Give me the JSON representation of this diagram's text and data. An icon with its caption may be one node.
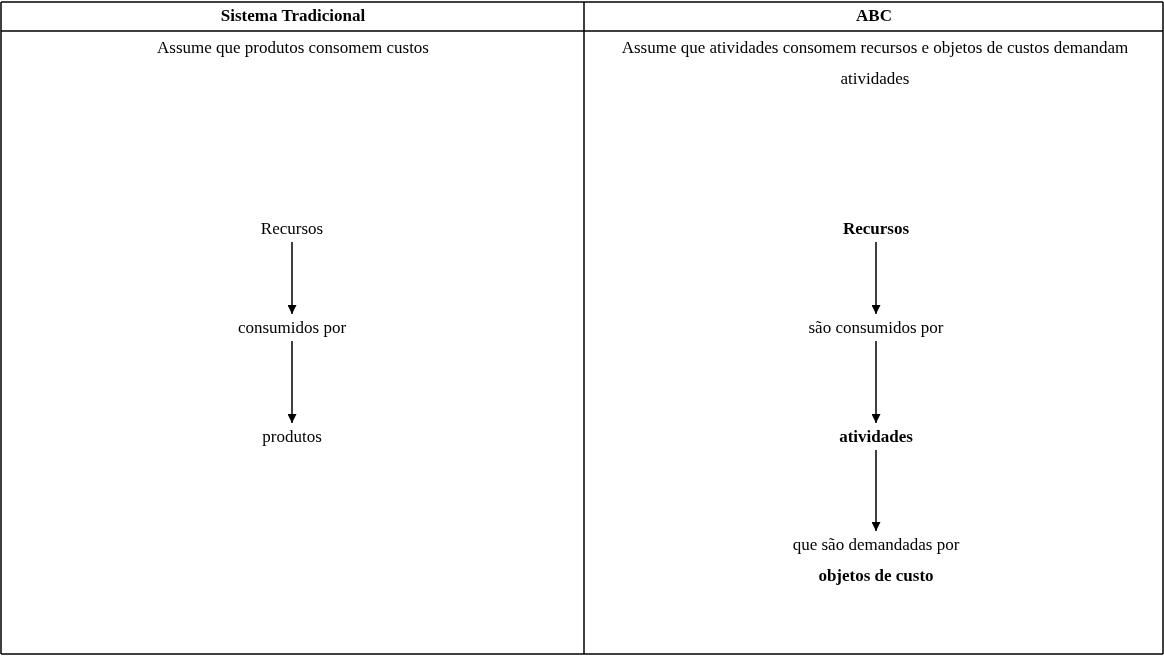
{
  "diagram": {
    "nodes": [
      {
        "text": [
          "Recursos"
        ]
      },
      {
        "text": [
          "consumidos por"
        ]
      },
      {
        "text": [
          "produtos"
        ]
      },
      {
        "text": [
          "Recursos"
        ]
      },
      {
        "text": [
          "são consumidos por"
        ]
      },
      {
        "text": [
          "atividades"
        ]
      },
      {
        "text": [
          "que são demandadas por",
          "objetos de custo"
        ]
      }
    ],
    "edges": [
      {
        "from": 0,
        "to": 1,
        "arrow": "to"
      },
      {
        "from": 1,
        "to": 2,
        "arrow": "to"
      },
      {
        "from": 3,
        "to": 4,
        "arrow": "to"
      },
      {
        "from": 4,
        "to": 5,
        "arrow": "to"
      },
      {
        "from": 5,
        "to": 6,
        "arrow": "to"
      }
    ],
    "labels": [
      "Sistema Tradicional",
      "ABC",
      "Assume que produtos consomem custos",
      "Assume que atividades consomem recursos e objetos de custos demandam atividades"
    ]
  }
}
